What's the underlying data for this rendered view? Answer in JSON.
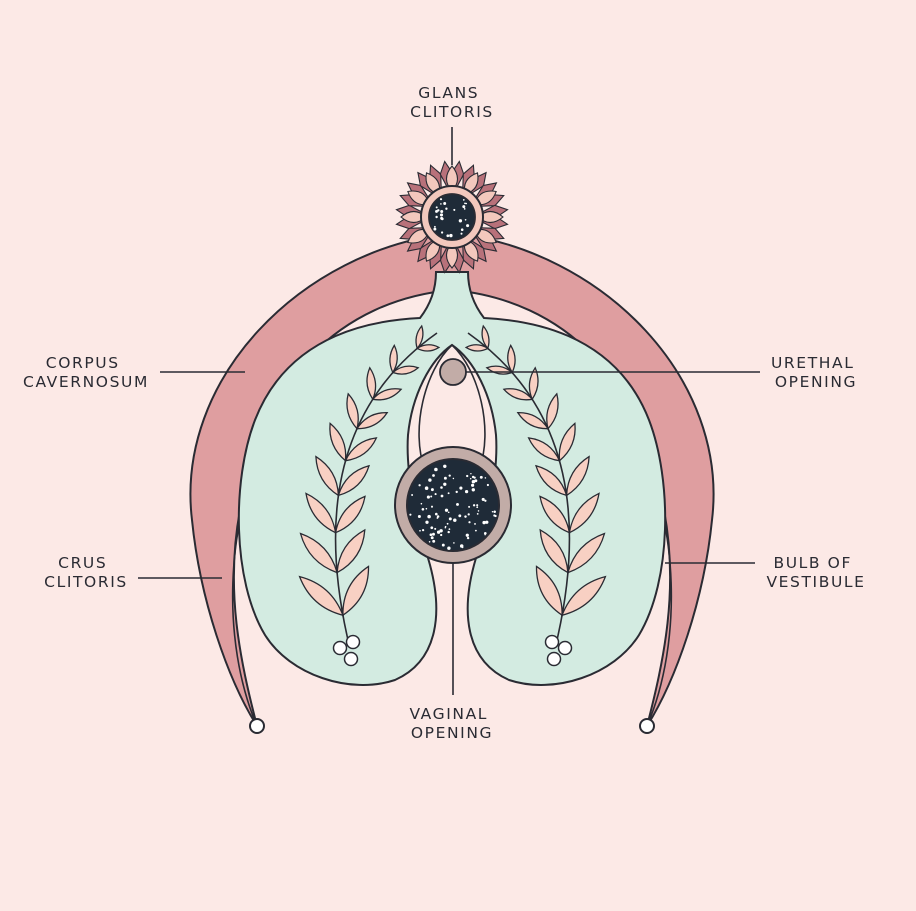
{
  "labels": {
    "glans": [
      "GLANS",
      "CLITORIS"
    ],
    "corpus": [
      "CORPUS",
      "CAVERNOSUM"
    ],
    "crus": [
      "CRUS",
      "CLITORIS"
    ],
    "urethral": [
      "URETHAL",
      "OPENING"
    ],
    "bulb": [
      "BULB OF",
      "VESTIBULE"
    ],
    "vaginal": [
      "VAGINAL",
      "OPENING"
    ]
  },
  "colors": {
    "background": "#fce9e6",
    "outline": "#2a2b33",
    "crus_fill": "#df9ea0",
    "bulb_fill": "#d3ebe1",
    "leaf_fill": "#f8d0c3",
    "petal_dark": "#b8717a",
    "petal_light": "#f3c8bd",
    "starfield": "#1f2b38",
    "ring": "#c2aca7"
  }
}
